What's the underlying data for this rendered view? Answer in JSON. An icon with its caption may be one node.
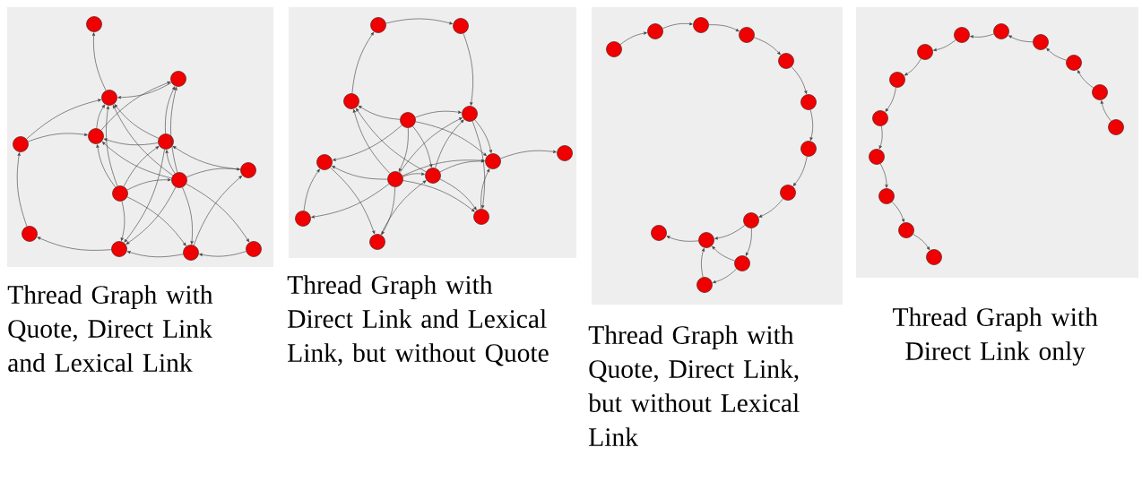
{
  "diagram": {
    "nodes": [
      {
        "text": [],
        "shape": "box",
        "beside": [
          "Thread Graph with Quote, Direct Link and Lexical Link"
        ]
      },
      {
        "text": [],
        "shape": "circle",
        "in": 0
      },
      {
        "text": [],
        "shape": "circle",
        "in": 0
      },
      {
        "text": [],
        "shape": "circle",
        "in": 0
      },
      {
        "text": [],
        "shape": "circle",
        "in": 0
      },
      {
        "text": [],
        "shape": "circle",
        "in": 0
      },
      {
        "text": [],
        "shape": "circle",
        "in": 0
      },
      {
        "text": [],
        "shape": "circle",
        "in": 0
      },
      {
        "text": [],
        "shape": "circle",
        "in": 0
      },
      {
        "text": [],
        "shape": "circle",
        "in": 0
      },
      {
        "text": [],
        "shape": "circle",
        "in": 0
      },
      {
        "text": [],
        "shape": "circle",
        "in": 0
      },
      {
        "text": [],
        "shape": "circle",
        "in": 0
      },
      {
        "text": [],
        "shape": "circle",
        "in": 0
      },
      {
        "text": [],
        "shape": "box",
        "beside": [
          "Thread Graph with Direct Link and Lexical Link, but without Quote"
        ]
      },
      {
        "text": [],
        "shape": "circle",
        "in": 14
      },
      {
        "text": [],
        "shape": "circle",
        "in": 14
      },
      {
        "text": [],
        "shape": "circle",
        "in": 14
      },
      {
        "text": [],
        "shape": "circle",
        "in": 14
      },
      {
        "text": [],
        "shape": "circle",
        "in": 14
      },
      {
        "text": [],
        "shape": "circle",
        "in": 14
      },
      {
        "text": [],
        "shape": "circle",
        "in": 14
      },
      {
        "text": [],
        "shape": "circle",
        "in": 14
      },
      {
        "text": [],
        "shape": "circle",
        "in": 14
      },
      {
        "text": [],
        "shape": "circle",
        "in": 14
      },
      {
        "text": [],
        "shape": "circle",
        "in": 14
      },
      {
        "text": [],
        "shape": "circle",
        "in": 14
      },
      {
        "text": [],
        "shape": "circle",
        "in": 14
      },
      {
        "text": [],
        "shape": "box",
        "beside": [
          "Thread Graph with Quote, Direct Link, but without Lexical Link"
        ]
      },
      {
        "text": [],
        "shape": "circle",
        "in": 28
      },
      {
        "text": [],
        "shape": "circle",
        "in": 28
      },
      {
        "text": [],
        "shape": "circle",
        "in": 28
      },
      {
        "text": [],
        "shape": "circle",
        "in": 28
      },
      {
        "text": [],
        "shape": "circle",
        "in": 28
      },
      {
        "text": [],
        "shape": "circle",
        "in": 28
      },
      {
        "text": [],
        "shape": "circle",
        "in": 28
      },
      {
        "text": [],
        "shape": "circle",
        "in": 28
      },
      {
        "text": [],
        "shape": "circle",
        "in": 28
      },
      {
        "text": [],
        "shape": "circle",
        "in": 28
      },
      {
        "text": [],
        "shape": "circle",
        "in": 28
      },
      {
        "text": [],
        "shape": "circle",
        "in": 28
      },
      {
        "text": [],
        "shape": "circle",
        "in": 28
      },
      {
        "text": [],
        "shape": "box",
        "beside": [
          "Thread Graph with Direct Link only"
        ]
      },
      {
        "text": [],
        "shape": "circle",
        "in": 42
      },
      {
        "text": [],
        "shape": "circle",
        "in": 42
      },
      {
        "text": [],
        "shape": "circle",
        "in": 42
      },
      {
        "text": [],
        "shape": "circle",
        "in": 42
      },
      {
        "text": [],
        "shape": "circle",
        "in": 42
      },
      {
        "text": [],
        "shape": "circle",
        "in": 42
      },
      {
        "text": [],
        "shape": "circle",
        "in": 42
      },
      {
        "text": [],
        "shape": "circle",
        "in": 42
      },
      {
        "text": [],
        "shape": "circle",
        "in": 42
      },
      {
        "text": [],
        "shape": "circle",
        "in": 42
      },
      {
        "text": [],
        "shape": "circle",
        "in": 42
      },
      {
        "text": [],
        "shape": "circle",
        "in": 42
      },
      {
        "text": [],
        "shape": "circle",
        "in": 42
      }
    ],
    "edges": [
      {
        "from": 3,
        "to": 1,
        "arrow": "to"
      },
      {
        "from": 2,
        "to": 3,
        "arrow": "to"
      },
      {
        "from": 5,
        "to": 2,
        "arrow": "to"
      },
      {
        "from": 4,
        "to": 3,
        "arrow": "to"
      },
      {
        "from": 4,
        "to": 5,
        "arrow": "to"
      },
      {
        "from": 5,
        "to": 3,
        "arrow": "to"
      },
      {
        "from": 6,
        "to": 5,
        "arrow": "to"
      },
      {
        "from": 6,
        "to": 2,
        "arrow": "to"
      },
      {
        "from": 6,
        "to": 3,
        "arrow": "to"
      },
      {
        "from": 8,
        "to": 3,
        "arrow": "to"
      },
      {
        "from": 8,
        "to": 5,
        "arrow": "to"
      },
      {
        "from": 8,
        "to": 2,
        "arrow": "to"
      },
      {
        "from": 8,
        "to": 6,
        "arrow": "to"
      },
      {
        "from": 8,
        "to": 7,
        "arrow": "to"
      },
      {
        "from": 7,
        "to": 6,
        "arrow": "to"
      },
      {
        "from": 9,
        "to": 3,
        "arrow": "to"
      },
      {
        "from": 9,
        "to": 5,
        "arrow": "to"
      },
      {
        "from": 9,
        "to": 6,
        "arrow": "to"
      },
      {
        "from": 9,
        "to": 8,
        "arrow": "to"
      },
      {
        "from": 9,
        "to": 11,
        "arrow": "to"
      },
      {
        "from": 9,
        "to": 12,
        "arrow": "to"
      },
      {
        "from": 6,
        "to": 11,
        "arrow": "to"
      },
      {
        "from": 8,
        "to": 11,
        "arrow": "to"
      },
      {
        "from": 8,
        "to": 12,
        "arrow": "to"
      },
      {
        "from": 8,
        "to": 13,
        "arrow": "to"
      },
      {
        "from": 12,
        "to": 7,
        "arrow": "to"
      },
      {
        "from": 13,
        "to": 12,
        "arrow": "to"
      },
      {
        "from": 12,
        "to": 11,
        "arrow": "to"
      },
      {
        "from": 11,
        "to": 10,
        "arrow": "to"
      },
      {
        "from": 10,
        "to": 4,
        "arrow": "to"
      },
      {
        "from": 17,
        "to": 15,
        "arrow": "to"
      },
      {
        "from": 15,
        "to": 16,
        "arrow": "to"
      },
      {
        "from": 16,
        "to": 18,
        "arrow": "to"
      },
      {
        "from": 19,
        "to": 17,
        "arrow": "to"
      },
      {
        "from": 19,
        "to": 18,
        "arrow": "to"
      },
      {
        "from": 19,
        "to": 20,
        "arrow": "to"
      },
      {
        "from": 19,
        "to": 21,
        "arrow": "to"
      },
      {
        "from": 19,
        "to": 23,
        "arrow": "to"
      },
      {
        "from": 19,
        "to": 24,
        "arrow": "to"
      },
      {
        "from": 23,
        "to": 17,
        "arrow": "to"
      },
      {
        "from": 24,
        "to": 17,
        "arrow": "to"
      },
      {
        "from": 23,
        "to": 20,
        "arrow": "to"
      },
      {
        "from": 23,
        "to": 25,
        "arrow": "to"
      },
      {
        "from": 23,
        "to": 27,
        "arrow": "to"
      },
      {
        "from": 20,
        "to": 27,
        "arrow": "to"
      },
      {
        "from": 25,
        "to": 20,
        "arrow": "to"
      },
      {
        "from": 27,
        "to": 24,
        "arrow": "to"
      },
      {
        "from": 23,
        "to": 24,
        "arrow": "to"
      },
      {
        "from": 24,
        "to": 21,
        "arrow": "to"
      },
      {
        "from": 24,
        "to": 18,
        "arrow": "to"
      },
      {
        "from": 23,
        "to": 18,
        "arrow": "to"
      },
      {
        "from": 18,
        "to": 21,
        "arrow": "to"
      },
      {
        "from": 18,
        "to": 26,
        "arrow": "to"
      },
      {
        "from": 23,
        "to": 26,
        "arrow": "to"
      },
      {
        "from": 24,
        "to": 26,
        "arrow": "to"
      },
      {
        "from": 26,
        "to": 21,
        "arrow": "to"
      },
      {
        "from": 21,
        "to": 22,
        "arrow": "to"
      },
      {
        "from": 23,
        "to": 21,
        "arrow": "to"
      },
      {
        "from": 29,
        "to": 30,
        "arrow": "to"
      },
      {
        "from": 30,
        "to": 31,
        "arrow": "to"
      },
      {
        "from": 31,
        "to": 32,
        "arrow": "to"
      },
      {
        "from": 32,
        "to": 33,
        "arrow": "to"
      },
      {
        "from": 33,
        "to": 34,
        "arrow": "to"
      },
      {
        "from": 34,
        "to": 35,
        "arrow": "to"
      },
      {
        "from": 35,
        "to": 36,
        "arrow": "to"
      },
      {
        "from": 36,
        "to": 37,
        "arrow": "to"
      },
      {
        "from": 37,
        "to": 38,
        "arrow": "to"
      },
      {
        "from": 37,
        "to": 40,
        "arrow": "to"
      },
      {
        "from": 40,
        "to": 38,
        "arrow": "to"
      },
      {
        "from": 38,
        "to": 39,
        "arrow": "to"
      },
      {
        "from": 40,
        "to": 41,
        "arrow": "to"
      },
      {
        "from": 41,
        "to": 38,
        "arrow": "to"
      },
      {
        "from": 43,
        "to": 44,
        "arrow": "to"
      },
      {
        "from": 44,
        "to": 45,
        "arrow": "to"
      },
      {
        "from": 45,
        "to": 46,
        "arrow": "to"
      },
      {
        "from": 46,
        "to": 47,
        "arrow": "to"
      },
      {
        "from": 47,
        "to": 48,
        "arrow": "to"
      },
      {
        "from": 48,
        "to": 49,
        "arrow": "to"
      },
      {
        "from": 49,
        "to": 50,
        "arrow": "to"
      },
      {
        "from": 50,
        "to": 51,
        "arrow": "to"
      },
      {
        "from": 51,
        "to": 52,
        "arrow": "to"
      },
      {
        "from": 52,
        "to": 53,
        "arrow": "to"
      },
      {
        "from": 53,
        "to": 54,
        "arrow": "to"
      },
      {
        "from": 54,
        "to": 55,
        "arrow": "to"
      }
    ]
  }
}
